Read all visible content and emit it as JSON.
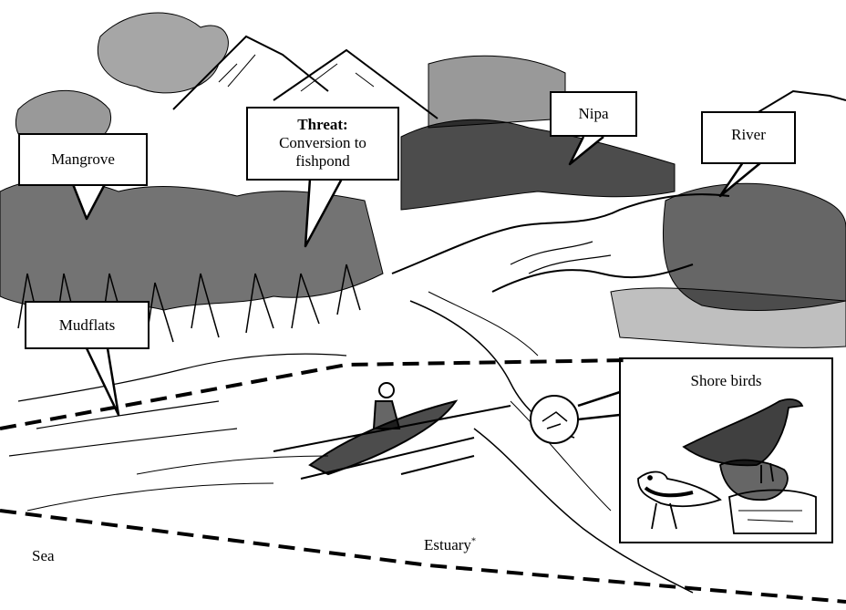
{
  "labels": {
    "mangrove": "Mangrove",
    "threat_title": "Threat:",
    "threat_line1": "Conversion to",
    "threat_line2": "fishpond",
    "nipa": "Nipa",
    "river": "River",
    "mudflats": "Mudflats",
    "shore_birds": "Shore birds",
    "estuary": "Estuary",
    "sea": "Sea"
  },
  "colors": {
    "ink": "#000000",
    "paper": "#ffffff"
  }
}
